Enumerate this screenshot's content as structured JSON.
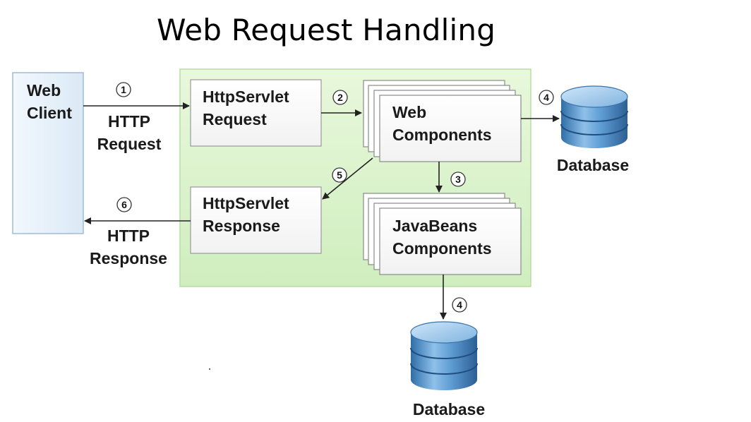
{
  "title": "Web Request Handling",
  "nodes": {
    "web_client": {
      "line1": "Web",
      "line2": "Client"
    },
    "servlet_request": {
      "line1": "HttpServlet",
      "line2": "Request"
    },
    "servlet_response": {
      "line1": "HttpServlet",
      "line2": "Response"
    },
    "web_components": {
      "line1": "Web",
      "line2": "Components"
    },
    "javabeans": {
      "line1": "JavaBeans",
      "line2": "Components"
    },
    "database_right": "Database",
    "database_bottom": "Database"
  },
  "edges": {
    "http_request": {
      "step": "1",
      "line1": "HTTP",
      "line2": "Request"
    },
    "to_web_components": {
      "step": "2"
    },
    "to_javabeans": {
      "step": "3"
    },
    "to_database_right": {
      "step": "4"
    },
    "to_database_bottom": {
      "step": "4"
    },
    "to_servlet_response": {
      "step": "5"
    },
    "http_response": {
      "step": "6",
      "line1": "HTTP",
      "line2": "Response"
    }
  },
  "colors": {
    "container": "#dcf3cf",
    "client": "#e7f2fb",
    "box": "#ffffff",
    "database": "#4d8fc8"
  }
}
